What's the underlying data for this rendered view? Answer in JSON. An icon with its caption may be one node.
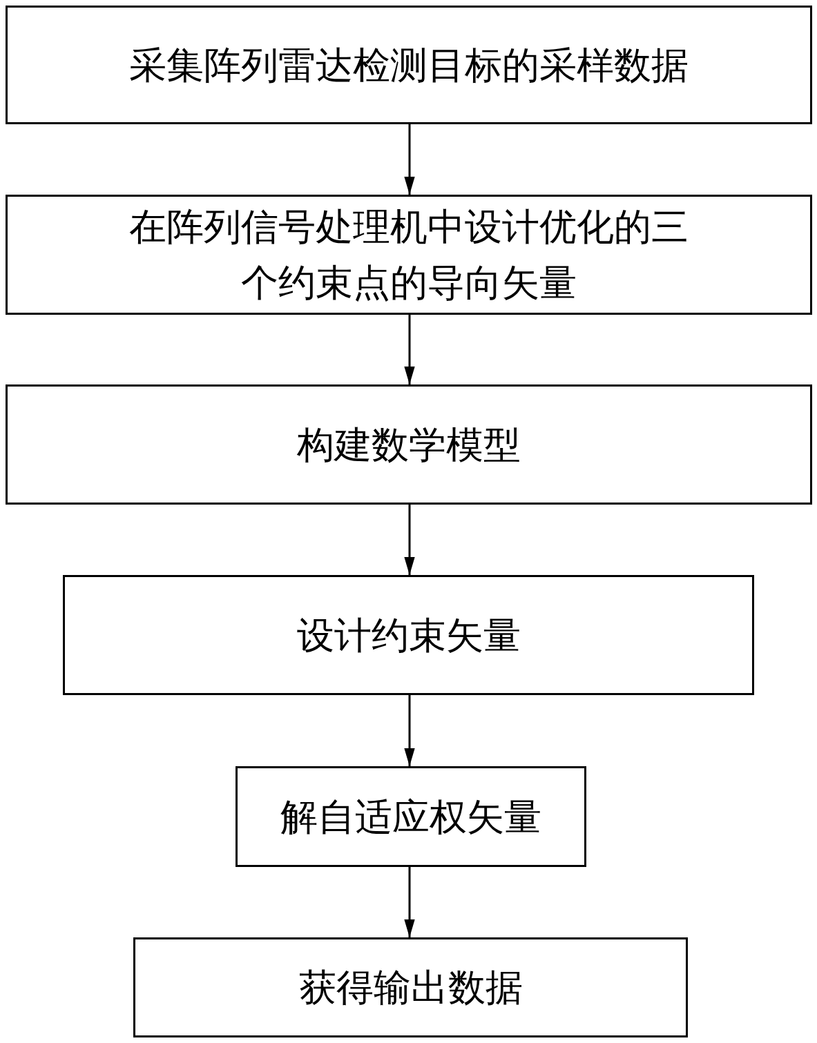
{
  "diagram": {
    "nodes": [
      {
        "text": [
          "采集阵列雷达检测目标的采样数据"
        ]
      },
      {
        "text": [
          "在阵列信号处理机中设计优化的三个约束点的导向矢量"
        ]
      },
      {
        "text": [
          "构建数学模型"
        ]
      },
      {
        "text": [
          "设计约束矢量"
        ]
      },
      {
        "text": [
          "解自适应权矢量"
        ]
      },
      {
        "text": [
          "获得输出数据"
        ]
      }
    ],
    "edges": [
      {
        "from": 0,
        "to": 1,
        "arrow": "to"
      },
      {
        "from": 1,
        "to": 2,
        "arrow": "to"
      },
      {
        "from": 2,
        "to": 3,
        "arrow": "to"
      },
      {
        "from": 3,
        "to": 4,
        "arrow": "to"
      },
      {
        "from": 4,
        "to": 5,
        "arrow": "to"
      }
    ]
  }
}
